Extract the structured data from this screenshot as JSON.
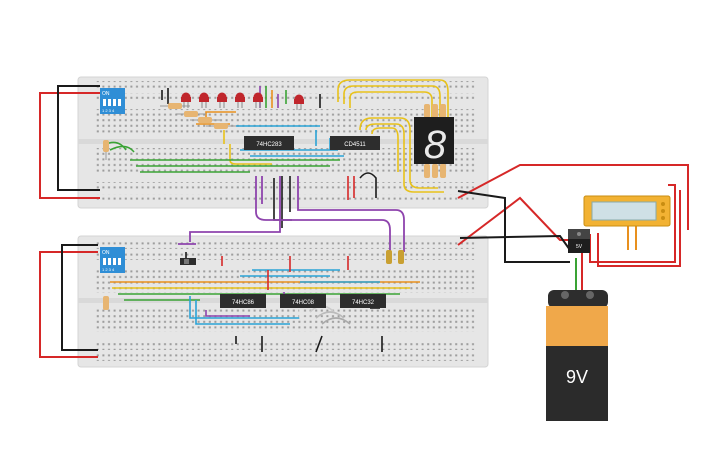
{
  "boards": [
    {
      "id": "top",
      "dip_switch": {
        "on_label": "ON",
        "numbers": "1 2 3 4"
      },
      "chips": [
        "74HC283",
        "CD4511"
      ],
      "led_count": 5,
      "display": {
        "digit": "8"
      }
    },
    {
      "id": "bottom",
      "dip_switch": {
        "on_label": "ON",
        "numbers": "1 2 3 4"
      },
      "chips": [
        "74HC86",
        "74HC08",
        "74HC32"
      ]
    }
  ],
  "regulator": {
    "label": "5V"
  },
  "battery": {
    "label": "9V"
  },
  "colors": {
    "red": "#d62828",
    "black": "#1a1a1a",
    "yellow": "#e8c21a",
    "green": "#3aa335",
    "orange": "#e8901e",
    "blue": "#2aa3d6",
    "purple": "#8e44ad",
    "board": "#e6e6e6",
    "led": "#c0262c"
  }
}
